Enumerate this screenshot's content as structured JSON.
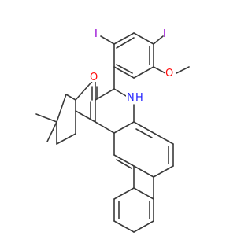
{
  "colors": {
    "bond": "#3a3a3a",
    "carbon_text": "#3a3a3a",
    "iodine": "#9400d3",
    "oxygen": "#ff0d0d",
    "nitrogen": "#2020ff"
  },
  "atoms": {
    "iodine_top_left": "I",
    "iodine_top_right": "I",
    "methoxy_oxygen": "O",
    "ketone_oxygen": "O",
    "amine_nitrogen": "N",
    "amine_hydrogen": "H"
  }
}
